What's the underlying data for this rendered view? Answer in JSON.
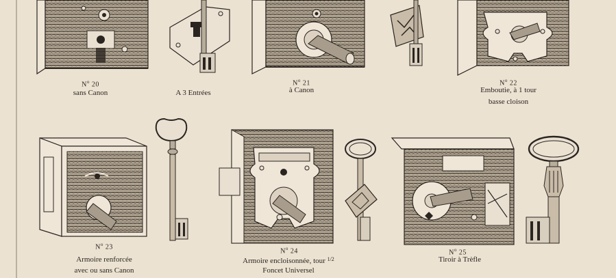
{
  "catalog": {
    "items": [
      {
        "number": "20",
        "lines": [
          "sans Canon"
        ]
      },
      {
        "number": "",
        "lines": [
          "A 3 Entrées"
        ]
      },
      {
        "number": "21",
        "lines": [
          "à Canon"
        ]
      },
      {
        "number": "22",
        "lines": [
          "Emboutie, à 1 tour",
          "basse cloison"
        ]
      },
      {
        "number": "23",
        "lines": [
          "Armoire renforcée",
          "avec ou sans Canon"
        ]
      },
      {
        "number": "24",
        "lines": [
          "Armoire encloisonnée, tour",
          "Foncet Universel"
        ],
        "fraction": "1/2"
      },
      {
        "number": "25",
        "lines": [
          "Tiroir à Trèfle"
        ]
      }
    ],
    "number_prefix": "No",
    "colors": {
      "paper": "#ece2d2",
      "ink": "#2a2520",
      "shade": "#6b6258",
      "light": "#d8ccb8"
    },
    "illustrations": [
      "lock-20-icon",
      "key-plate-icon",
      "lock-21-icon",
      "lock-22-icon",
      "lock-23-icon",
      "key-23-icon",
      "lock-24-icon",
      "key-24-icon",
      "lock-25-icon",
      "key-25-icon"
    ]
  }
}
